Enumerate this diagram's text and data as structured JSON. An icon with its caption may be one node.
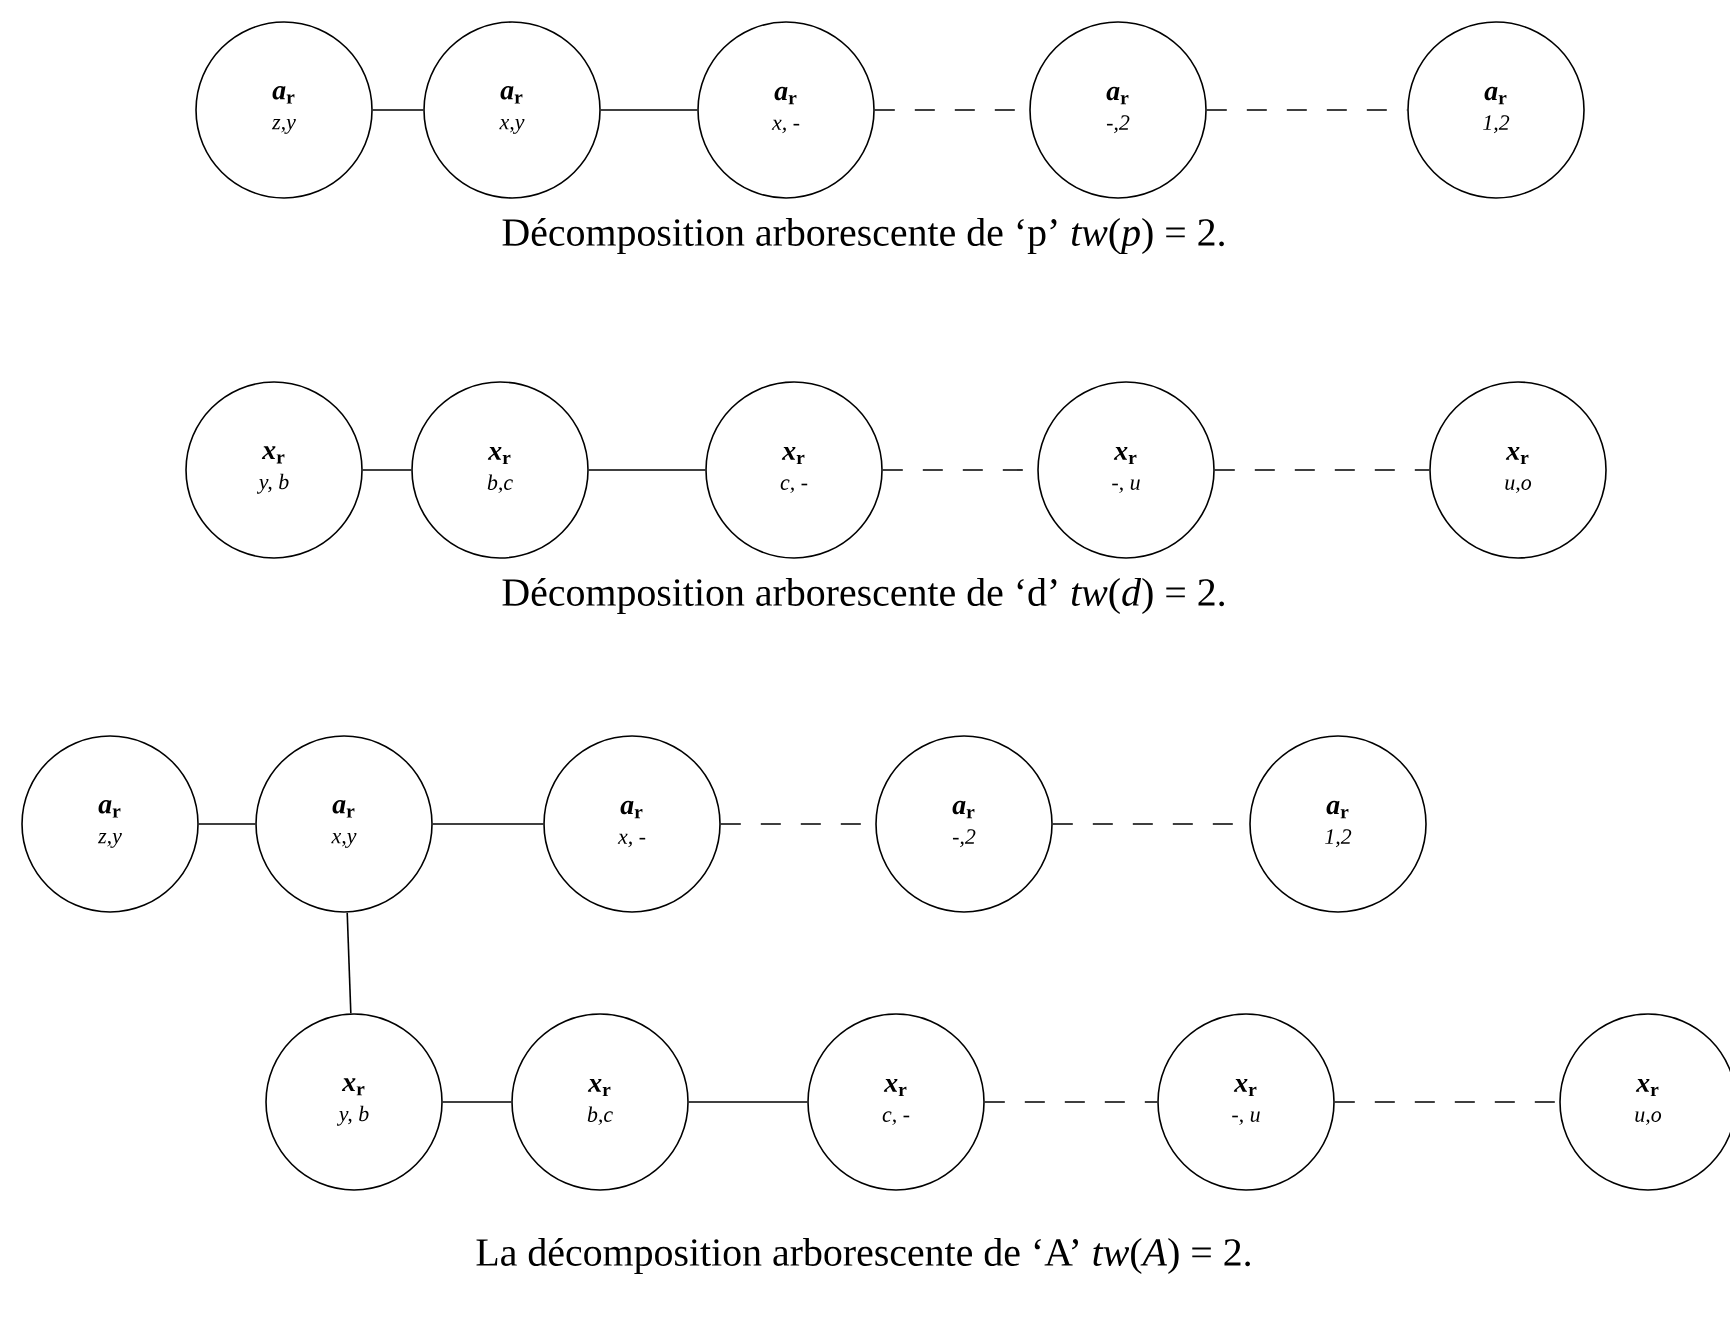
{
  "diagram": {
    "nodes": [
      {
        "text": [
          "*a*$_{r}$",
          "z,y"
        ]
      },
      {
        "text": [
          "*a*$_{r}$",
          "x,y"
        ]
      },
      {
        "text": [
          "*a*$_{r}$",
          "x, -"
        ]
      },
      {
        "text": [
          "*a*$_{r}$",
          "-,2"
        ]
      },
      {
        "text": [
          "*a*$_{r}$",
          "1,2"
        ]
      },
      {
        "text": [
          "*x*$_{r}$",
          "y, b"
        ]
      },
      {
        "text": [
          "*x*$_{r}$",
          "b,c"
        ]
      },
      {
        "text": [
          "*x*$_{r}$",
          "c, -"
        ]
      },
      {
        "text": [
          "*x*$_{r}$",
          "-, u"
        ]
      },
      {
        "text": [
          "*x*$_{r}$",
          "u,o"
        ]
      },
      {
        "text": [
          "*a*$_{r}$",
          "z,y"
        ]
      },
      {
        "text": [
          "*a*$_{r}$",
          "x,y"
        ]
      },
      {
        "text": [
          "*a*$_{r}$",
          "x, -"
        ]
      },
      {
        "text": [
          "*a*$_{r}$",
          "-,2"
        ]
      },
      {
        "text": [
          "*a*$_{r}$",
          "1,2"
        ]
      },
      {
        "text": [
          "*x*$_{r}$",
          "y, b"
        ]
      },
      {
        "text": [
          "*x*$_{r}$",
          "b,c"
        ]
      },
      {
        "text": [
          "*x*$_{r}$",
          "c, -"
        ]
      },
      {
        "text": [
          "*x*$_{r}$",
          "-, u"
        ]
      },
      {
        "text": [
          "*x*$_{r}$",
          "u,o"
        ]
      }
    ],
    "edges": [
      {
        "from": 0,
        "to": 1,
        "arrow": "none"
      },
      {
        "from": 1,
        "to": 2,
        "arrow": "none"
      },
      {
        "from": 2,
        "to": 3,
        "arrow": "none",
        "style": "dashed"
      },
      {
        "from": 3,
        "to": 4,
        "arrow": "none",
        "style": "dashed"
      },
      {
        "from": 5,
        "to": 6,
        "arrow": "none"
      },
      {
        "from": 6,
        "to": 7,
        "arrow": "none"
      },
      {
        "from": 7,
        "to": 8,
        "arrow": "none",
        "style": "dashed"
      },
      {
        "from": 8,
        "to": 9,
        "arrow": "none",
        "style": "dashed"
      },
      {
        "from": 10,
        "to": 11,
        "arrow": "none"
      },
      {
        "from": 11,
        "to": 12,
        "arrow": "none"
      },
      {
        "from": 12,
        "to": 13,
        "arrow": "none",
        "style": "dashed"
      },
      {
        "from": 13,
        "to": 14,
        "arrow": "none",
        "style": "dashed"
      },
      {
        "from": 11,
        "to": 15,
        "arrow": "none"
      },
      {
        "from": 15,
        "to": 16,
        "arrow": "none"
      },
      {
        "from": 16,
        "to": 17,
        "arrow": "none"
      },
      {
        "from": 17,
        "to": 18,
        "arrow": "none",
        "style": "dashed"
      },
      {
        "from": 18,
        "to": 19,
        "arrow": "none",
        "style": "dashed"
      }
    ],
    "labels": [
      "Décomposition arborescente de ‘p’ *tw*(*p*) = 2.",
      "Décomposition arborescente de ‘d’ *tw*(*d*) = 2.",
      "La décomposition arborescente de ‘A’ *tw*(*A*) = 2."
    ]
  }
}
